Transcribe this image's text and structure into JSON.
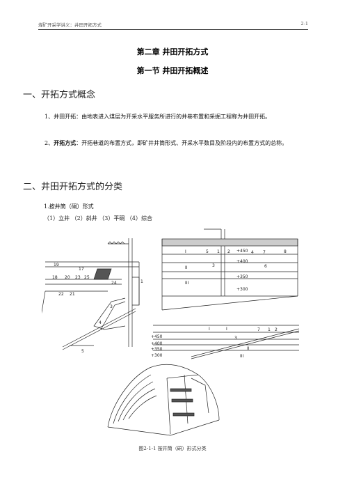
{
  "header": {
    "left": "煤矿开采学讲义：井田开拓方式",
    "right": "2-1"
  },
  "chapter_title": "第二章  井田开拓方式",
  "section_title": "第一节  井田开拓概述",
  "heading_1": "一、开拓方式概念",
  "para_1": {
    "text": "1、井田开拓：由地表进入煤层为开采水平服务所进行的井巷布置和采掘工程称为井田开拓。"
  },
  "para_2": {
    "prefix": "2、",
    "bold": "开拓方式",
    "text": "：开拓巷道的布置方式，即矿井井筒形式、开采水平数目及阶段内的布置方式的总称。"
  },
  "heading_2": "二、井田开拓方式的分类",
  "item_1": "1.按井筒（硐）形式",
  "item_2": "（1）立井  （2）斜井  （3）平硐  （4）综合",
  "figure": {
    "left_labels": [
      "19",
      "17",
      "18",
      "20",
      "23",
      "25",
      "22",
      "21",
      "24",
      "3",
      "4",
      "5",
      "1"
    ],
    "right_top_labels": [
      "I",
      "5",
      "1",
      "2",
      "+450",
      "4",
      "7",
      "8",
      "II",
      "3",
      "+400",
      "6",
      "III",
      "+350",
      "+300"
    ],
    "right_bottom_labels": [
      "I",
      "I",
      "7",
      "1",
      "2",
      "+450",
      "3",
      "+400",
      "II",
      "+350",
      "III",
      "+300"
    ],
    "caption": "图2-1-1  按井筒（硐）形式分类"
  }
}
